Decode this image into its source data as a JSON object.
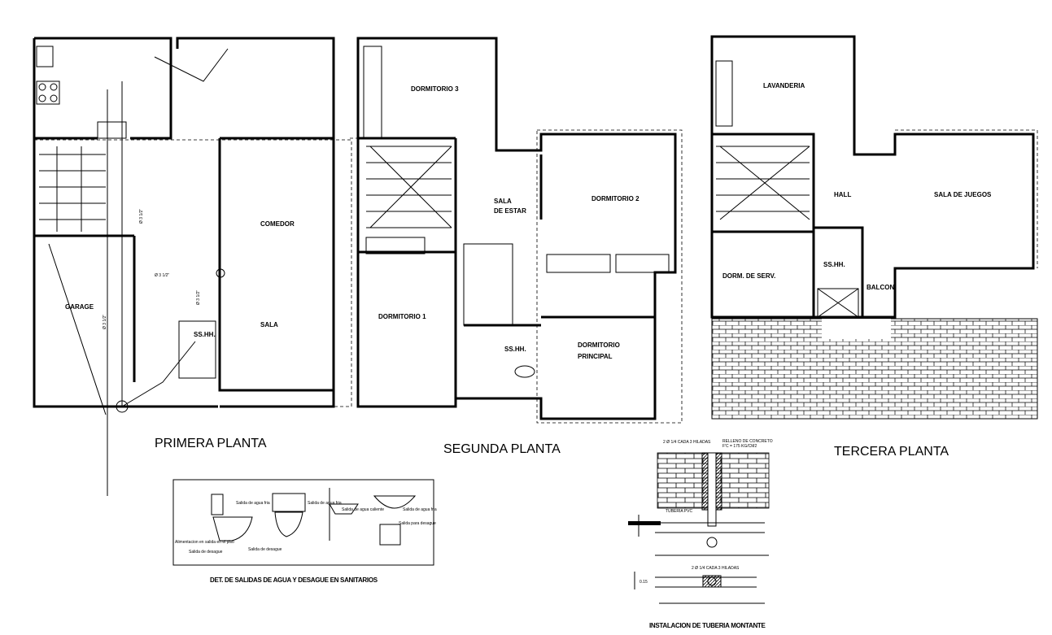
{
  "plans": [
    {
      "title": "PRIMERA PLANTA",
      "rooms": [
        "COMEDOR",
        "SALA",
        "GARAGE",
        "SS.HH."
      ]
    },
    {
      "title": "SEGUNDA PLANTA",
      "rooms": [
        "DORMITORIO 3",
        "SALA",
        "DE ESTAR",
        "DORMITORIO 2",
        "DORMITORIO 1",
        "SS.HH.",
        "DORMITORIO",
        "PRINCIPAL"
      ]
    },
    {
      "title": "TERCERA PLANTA",
      "rooms": [
        "LAVANDERIA",
        "HALL",
        "SALA DE JUEGOS",
        "DORM. DE SERV.",
        "SS.HH.",
        "BALCON"
      ]
    }
  ],
  "detail_sanitarios": {
    "caption": "DET. DE SALIDAS DE AGUA Y DESAGUE EN SANITARIOS",
    "labels": [
      "Salida de agua fria",
      "Salida de agua fria",
      "Salida de agua caliente",
      "Salida de agua fria",
      "Salida para desague",
      "Salida de desague",
      "Salida de desague",
      "Alimentacion en salida en el piso"
    ]
  },
  "detail_montante": {
    "caption": "INSTALACION DE TUBERIA MONTANTE",
    "labels": [
      "2 Ø 1/4 CADA 3 HILADAS",
      "RELLENO DE CONCRETO",
      "F'C = 175 KG/CM2",
      "TUBERIA PVC",
      "2 Ø 1/4 CADA 3 HILADAS",
      "0.15"
    ]
  },
  "dimension_notes": [
    "Ø 3 1/2\"",
    "Ø 3 1/2\"",
    "Ø 3 1/2\"",
    "Ø 3 1/2\""
  ]
}
